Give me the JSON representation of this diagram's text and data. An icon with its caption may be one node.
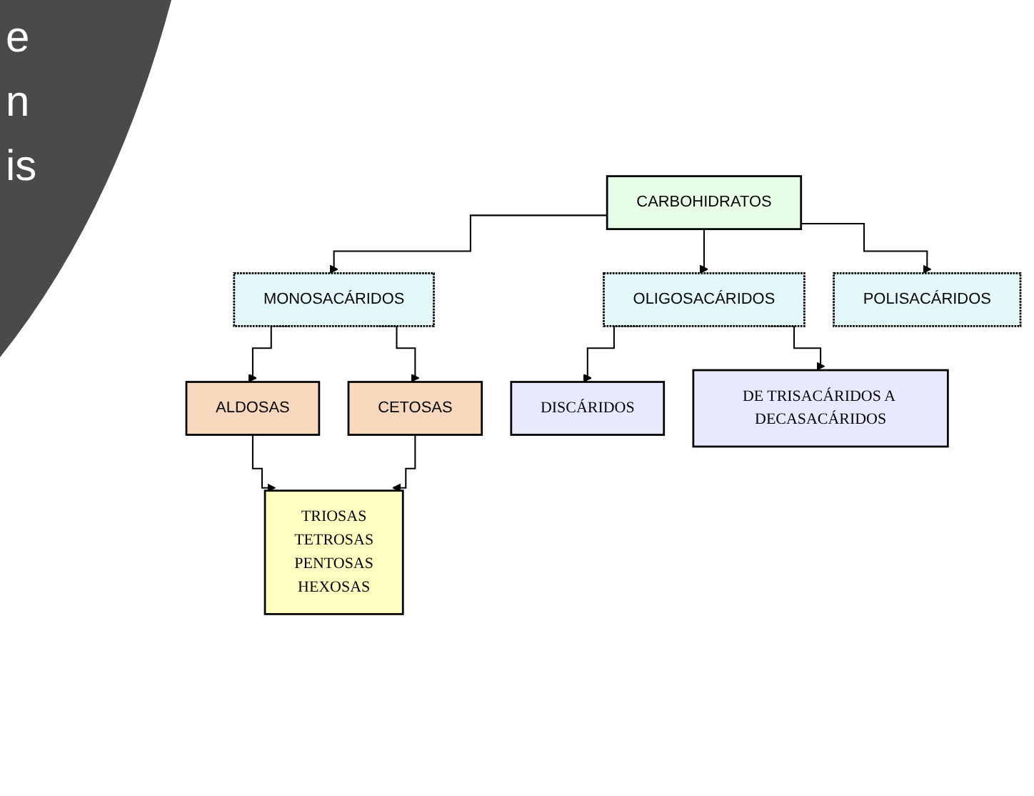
{
  "diagram": {
    "nodes": [
      {
        "text": [
          "CARBOHIDRATOS"
        ]
      },
      {
        "text": [
          "MONOSACÁRIDOS"
        ]
      },
      {
        "text": [
          "OLIGOSACÁRIDOS"
        ]
      },
      {
        "text": [
          "POLISACÁRIDOS"
        ]
      },
      {
        "text": [
          "ALDOSAS"
        ]
      },
      {
        "text": [
          "CETOSAS"
        ]
      },
      {
        "text": [
          "TRIOSAS",
          "TETROSAS",
          "PENTOSAS",
          "HEXOSAS"
        ]
      },
      {
        "text": [
          "DISCÁRIDOS"
        ]
      },
      {
        "text": [
          "DE TRISACÁRIDOS A DECASACÁRIDOS"
        ]
      }
    ],
    "edges": [
      {
        "from": 0,
        "to": 1,
        "arrow": "to"
      },
      {
        "from": 0,
        "to": 2,
        "arrow": "to"
      },
      {
        "from": 0,
        "to": 3,
        "arrow": "to"
      },
      {
        "from": 1,
        "to": 4,
        "arrow": "to"
      },
      {
        "from": 1,
        "to": 5,
        "arrow": "to"
      },
      {
        "from": 4,
        "to": 6,
        "arrow": "to"
      },
      {
        "from": 5,
        "to": 6,
        "arrow": "to"
      },
      {
        "from": 2,
        "to": 7,
        "arrow": "to"
      },
      {
        "from": 2,
        "to": 8,
        "arrow": "to"
      }
    ],
    "labels": [
      "e",
      "n",
      "is"
    ]
  }
}
